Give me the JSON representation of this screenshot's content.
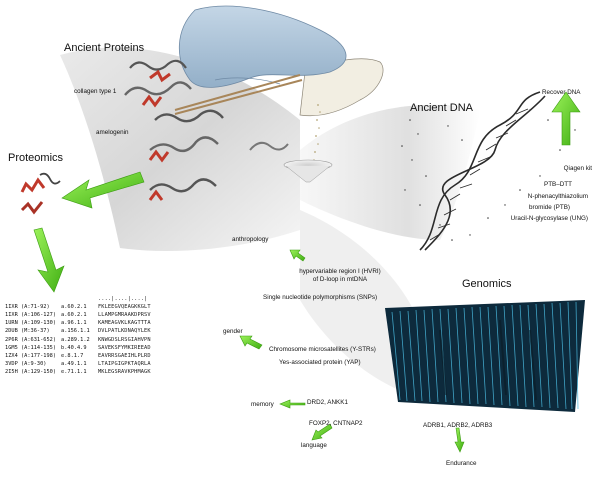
{
  "colors": {
    "arrow": "#5ed41f",
    "arrow_dark": "#3c9c12",
    "glove": "#a9c3d9",
    "dna": "#2a2a2a",
    "genomics_bg": "#0d2a3c",
    "genomics_fg": "#49b7dc",
    "protein_red": "#c0392b"
  },
  "icons": [
    "protein-structure-icon",
    "gloved-hand-icon",
    "tweezers-icon",
    "bone-fragment-icon",
    "dna-helix-icon",
    "genomic-sequence-panel-icon",
    "green-arrow-icon"
  ],
  "sections": {
    "ancient_proteins": "Ancient Proteins",
    "proteomics": "Proteomics",
    "ancient_dna": "Ancient DNA",
    "genomics": "Genomics"
  },
  "proteins": {
    "collagen": "collagen type 1",
    "amelogenin": "amelogenin"
  },
  "dna_methods": {
    "recover": "Recover DNA",
    "items": [
      "Qiagen kit",
      "PTB–DTT",
      "N-phenacylthiazolium",
      "bromide (PTB)",
      "Uracil-N-glycosylase (UNG)"
    ]
  },
  "traits": {
    "anthropology": "anthropology",
    "hvr_line1": "hypervariable region I (HVRI)",
    "hvr_line2": "of D-loop in mtDNA",
    "snps": "Single nucleotide polymorphisms (SNPs)",
    "gender": "gender",
    "ystr": "Chromosome microsatellites (Y-STRs)",
    "yap": "Yes-associated protein (YAP)",
    "memory": "memory",
    "drd": "DRD2, ANKK1",
    "foxp": "FOXP2, CNTNAP2",
    "language": "language",
    "adrb": "ADRB1, ADRB2, ADRB3",
    "endurance": "Endurance"
  },
  "sequence_table": {
    "ruler": "  ....|....|....|",
    "rows": [
      {
        "id": "1IXR (A:71-92)",
        "sf": "a.60.2.1",
        "seq": "FKLEEGVQEAGKKGLT"
      },
      {
        "id": "1IXR (A:106-127)",
        "sf": "a.60.2.1",
        "seq": "LLAMPGMRAAKDPRSV"
      },
      {
        "id": "1URN (A:109-130)",
        "sf": "a.96.1.1",
        "seq": "KAMEAGVKLKAGTTTA"
      },
      {
        "id": "2DUB (M:36-37)",
        "sf": "a.156.1.1",
        "seq": "DVLPATLKDNAQYLEK"
      },
      {
        "id": "2P6R (A:631-652)",
        "sf": "a.289.1.2",
        "seq": "KNWGDSLRSGIAHVPN"
      },
      {
        "id": "1GM5 (A:114-135)",
        "sf": "b.40.4.9",
        "seq": "SAVEKSFYMKIREEAD"
      },
      {
        "id": "1ZX4 (A:177-198)",
        "sf": "e.8.1.7",
        "seq": "EAVRRSGAEIHLPLRD"
      },
      {
        "id": "3VDP (A:9-30)",
        "sf": "a.49.1.1",
        "seq": "LTAIPGIGPKTAQRLA"
      },
      {
        "id": "2I5H (A:129-150)",
        "sf": "e.71.1.1",
        "seq": "MKLEGSRAVKPHMAGK"
      }
    ]
  }
}
